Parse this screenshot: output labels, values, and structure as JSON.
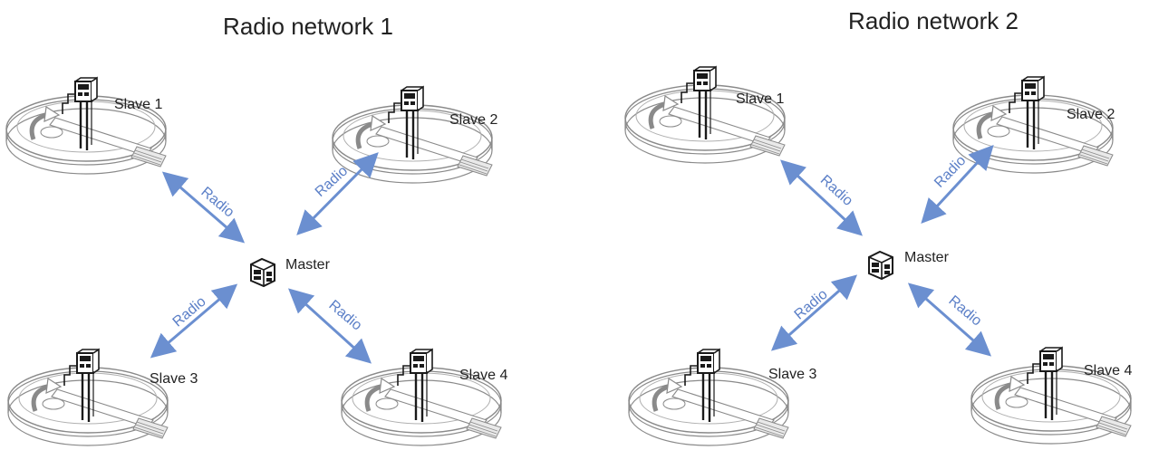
{
  "networks": [
    {
      "title": "Radio network 1",
      "master_label": "Master",
      "slaves": [
        {
          "label": "Slave 1",
          "link_label": "Radio"
        },
        {
          "label": "Slave 2",
          "link_label": "Radio"
        },
        {
          "label": "Slave 3",
          "link_label": "Radio"
        },
        {
          "label": "Slave 4",
          "link_label": "Radio"
        }
      ]
    },
    {
      "title": "Radio network 2",
      "master_label": "Master",
      "slaves": [
        {
          "label": "Slave 1",
          "link_label": "Radio"
        },
        {
          "label": "Slave 2",
          "link_label": "Radio"
        },
        {
          "label": "Slave 3",
          "link_label": "Radio"
        },
        {
          "label": "Slave 4",
          "link_label": "Radio"
        }
      ]
    }
  ],
  "colors": {
    "link": "#6b8fd0",
    "tank": "#8a8a8a",
    "device": "#1a1a1a"
  }
}
